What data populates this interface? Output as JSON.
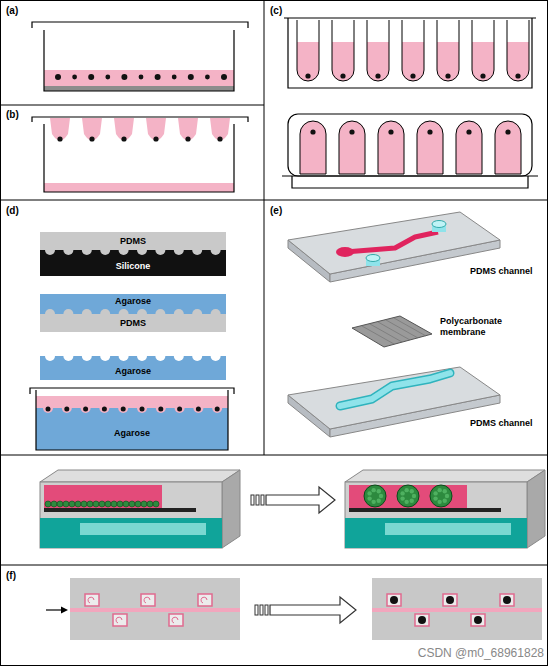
{
  "diagram": {
    "nodes": [
      {
        "text": [
          "PDMS"
        ]
      },
      {
        "text": [
          "Silicone"
        ]
      },
      {
        "text": [
          "Agarose"
        ]
      },
      {
        "text": [
          "PDMS"
        ]
      },
      {
        "text": [
          "Agarose"
        ]
      },
      {
        "text": [
          "Agarose"
        ]
      }
    ],
    "labels": [
      "(a)",
      "(c)",
      "(b)",
      "(d)",
      "(e)",
      "PDMS channel",
      "Polycarbonate membrane",
      "PDMS channel",
      "(f)",
      "CSDN @m0_68961828"
    ]
  }
}
